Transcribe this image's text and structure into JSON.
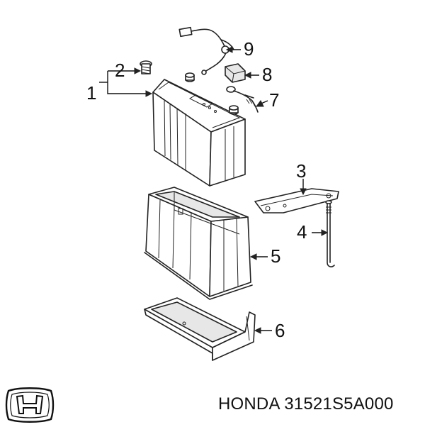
{
  "diagram": {
    "callouts": [
      "1",
      "2",
      "3",
      "4",
      "5",
      "6",
      "7",
      "8",
      "9"
    ]
  },
  "footer": {
    "brand_label": "HONDA",
    "part_number": "31521S5A000"
  },
  "logo": {
    "icon": "honda-h-logo-icon"
  }
}
